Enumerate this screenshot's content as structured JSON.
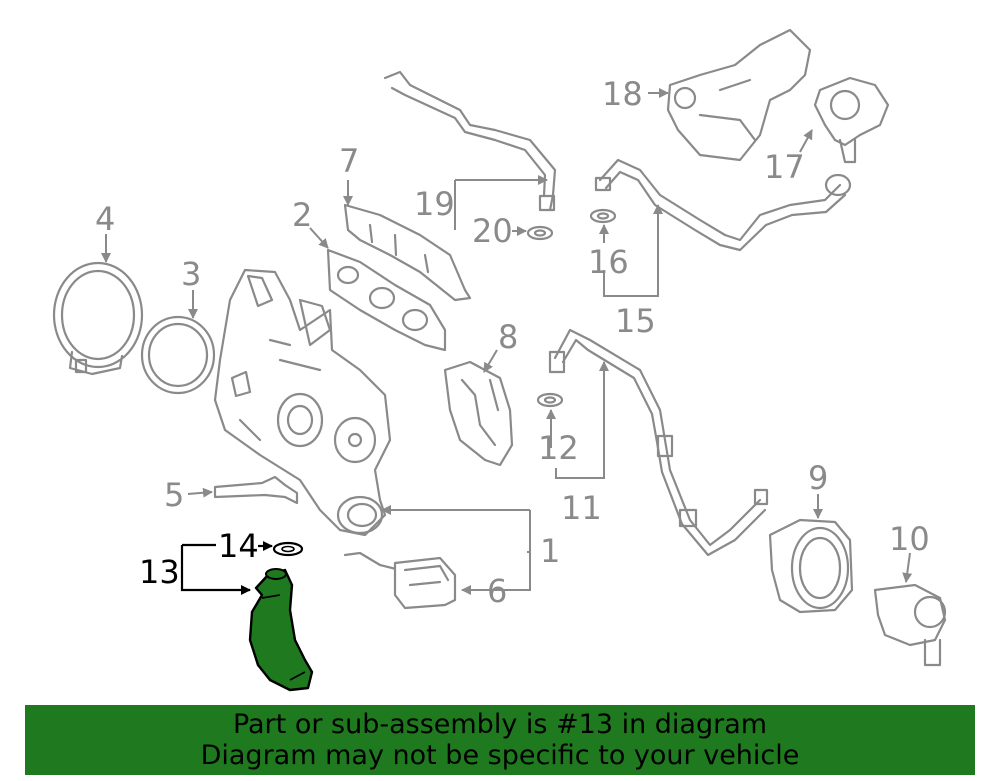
{
  "callouts": {
    "c1": "1",
    "c2": "2",
    "c3": "3",
    "c4": "4",
    "c5": "5",
    "c6": "6",
    "c7": "7",
    "c8": "8",
    "c9": "9",
    "c10": "10",
    "c11": "11",
    "c12": "12",
    "c13": "13",
    "c14": "14",
    "c15": "15",
    "c16": "16",
    "c17": "17",
    "c18": "18",
    "c19": "19",
    "c20": "20"
  },
  "highlight_part": "13",
  "colors": {
    "highlight": "#1f7a1f",
    "line": "#8a8a8a",
    "banner": "#1f7a1f"
  },
  "banner": {
    "line1": "Part or sub-assembly is #13 in diagram",
    "line2": "Diagram may not be specific to your vehicle"
  }
}
